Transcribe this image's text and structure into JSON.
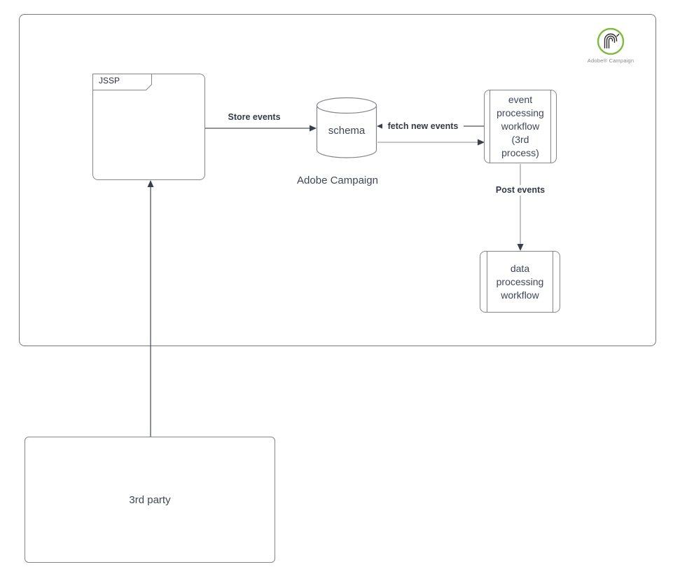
{
  "diagram": {
    "logo": {
      "caption": "Adobe® Campaign"
    },
    "nodes": {
      "jssp": {
        "label": "JSSP"
      },
      "schema": {
        "label": "schema",
        "caption": "Adobe Campaign"
      },
      "event_workflow": {
        "label": "event\nprocessing\nworkflow\n(3rd\nprocess)"
      },
      "data_workflow": {
        "label": "data\nprocessing\nworkflow"
      },
      "third_party": {
        "label": "3rd party"
      }
    },
    "edges": {
      "store_events": {
        "label": "Store events",
        "from": "JSSP",
        "to": "schema"
      },
      "fetch_new_events": {
        "label": "fetch new events",
        "from": "event processing workflow",
        "to": "schema"
      },
      "schema_to_event_workflow": {
        "label": "",
        "from": "schema",
        "to": "event processing workflow"
      },
      "post_events": {
        "label": "Post events",
        "from": "event processing workflow",
        "to": "data processing workflow"
      },
      "third_party_to_jssp": {
        "label": "",
        "from": "3rd party",
        "to": "JSSP"
      }
    },
    "colors": {
      "node_border": "#82858a",
      "container_border": "#77797e",
      "dark_edge": "#4e545e",
      "light_edge": "#b2b4b6",
      "arrowhead": "#3a3f49",
      "node_text": "#3f4755",
      "edge_label_text": "#333a46",
      "logo_green": "#7fbb42",
      "logo_caption_gray": "#8b8b8b"
    }
  }
}
